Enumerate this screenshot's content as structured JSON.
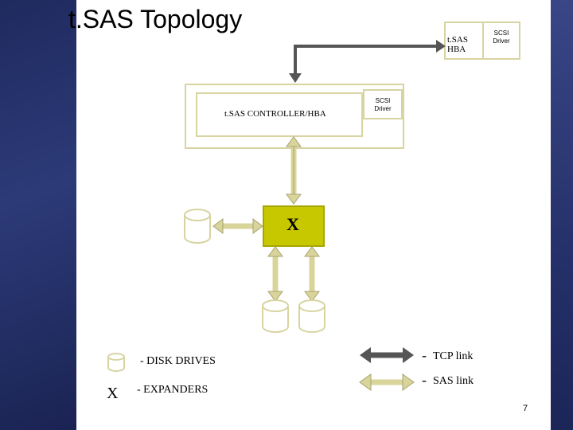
{
  "title": "t.SAS Topology",
  "diagram": {
    "hba_label": "t.SAS HBA",
    "hba_driver_label": "SCSI Driver",
    "controller_label": "t.SAS CONTROLLER/HBA",
    "controller_driver_label": "SCSI Driver",
    "expander_mark": "X"
  },
  "legend": {
    "disk_drives": "- DISK DRIVES",
    "expanders": "- EXPANDERS",
    "expander_mark": "X",
    "tcp_dash": "-",
    "tcp_link": "TCP link",
    "sas_dash": "-",
    "sas_link": "SAS link"
  },
  "page_number": "7",
  "colors": {
    "tcp_link": "#555555",
    "sas_link": "#d8d49a",
    "expander_fill": "#c8c800",
    "box_border": "#d8d4a2",
    "background_band": "#25306a"
  }
}
